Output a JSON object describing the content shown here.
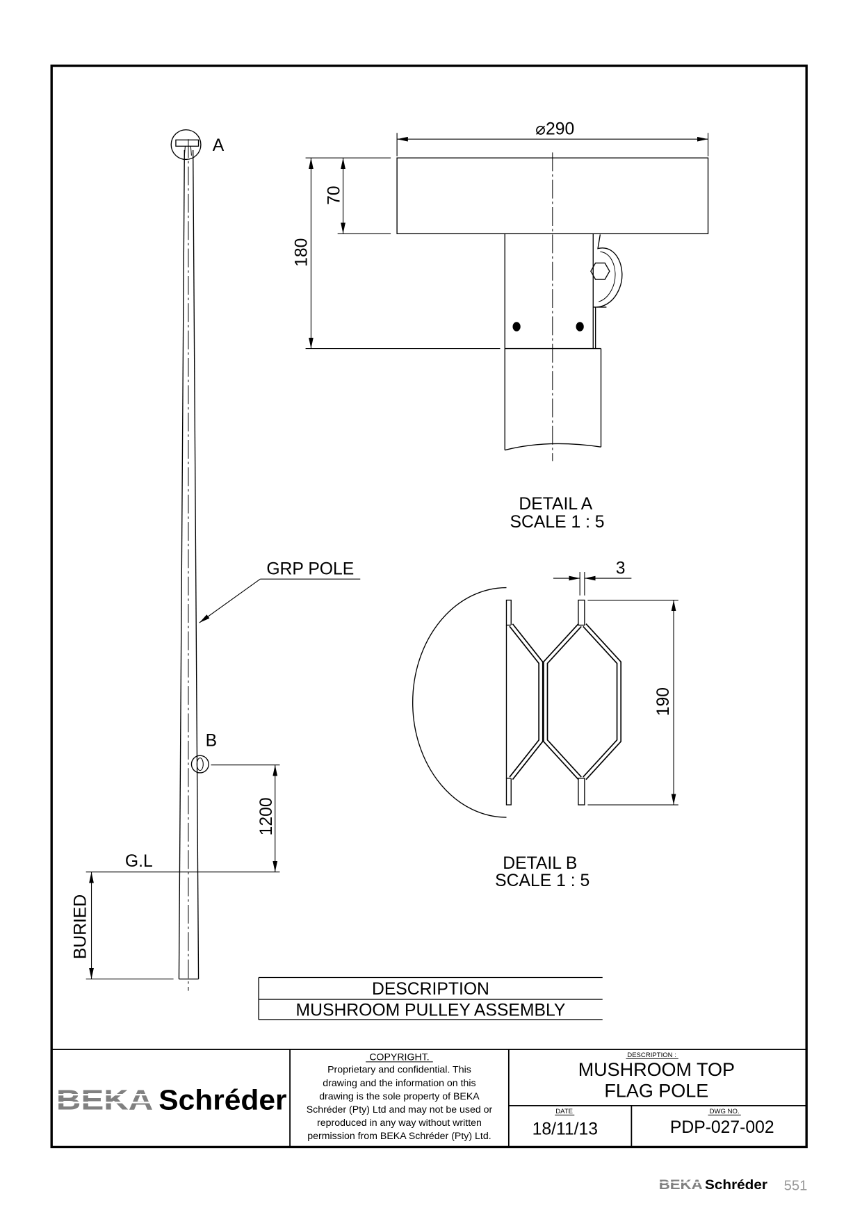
{
  "drawing": {
    "markers": {
      "detail_a": "A",
      "detail_b": "B"
    },
    "labels": {
      "grp_pole": "GRP POLE",
      "ground_level": "G.L",
      "buried": "BURIED"
    },
    "dimensions": {
      "b_to_ground": "1200",
      "cap_diameter": "⌀290",
      "cap_height": "70",
      "assembly_height": "180",
      "groove_width": "3",
      "pulley_height": "190"
    },
    "detail_a": {
      "title": "DETAIL A",
      "scale": "SCALE 1 : 5"
    },
    "detail_b": {
      "title": "DETAIL B",
      "scale": "SCALE 1 : 5"
    },
    "description_table": {
      "header": "DESCRIPTION",
      "item": "MUSHROOM PULLEY ASSEMBLY"
    }
  },
  "title_block": {
    "logo": {
      "brand_a": "BEKA",
      "brand_b": "Schréder"
    },
    "copyright": {
      "heading": "COPYRIGHT.",
      "lines": [
        "Proprietary and confidential. This",
        "drawing and the information on this",
        "drawing is the sole property of BEKA",
        "Schréder (Pty) Ltd and may not be used or",
        "reproduced in any way without written",
        "permission from BEKA Schréder (Pty) Ltd."
      ]
    },
    "description": {
      "label": "DESCRIPTION :",
      "lines": [
        "MUSHROOM TOP",
        "FLAG POLE"
      ]
    },
    "date": {
      "label": "DATE",
      "value": "18/11/13"
    },
    "drawing_number": {
      "label": "DWG NO.",
      "value": "PDP-027-002"
    }
  },
  "footer": {
    "logo": {
      "brand_a": "BEKA",
      "brand_b": "Schréder"
    },
    "page_number": "551"
  },
  "colors": {
    "line": "#000000",
    "logo_gray": "#808080",
    "page_number": "#9a9a9a"
  }
}
